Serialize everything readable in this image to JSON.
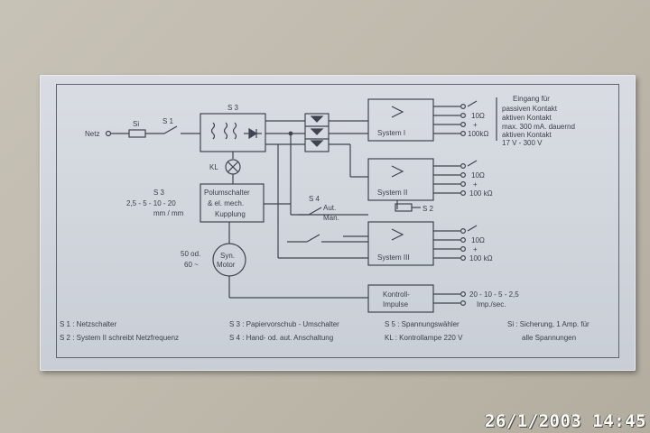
{
  "diagram": {
    "netz": "Netz",
    "si": "Si",
    "s1": "S 1",
    "s2": "S 2",
    "s3_top": "S 3",
    "s3_left": "S 3",
    "s3_values": "2,5 - 5 - 10 - 20",
    "s3_unit": "mm / mm",
    "s4": "S 4",
    "s4_aut": "Aut.",
    "s4_man": "Man.",
    "kl": "KL",
    "polumschalter": [
      "Polumschalter",
      "& el. mech.",
      "Kupplung"
    ],
    "motor_freq": [
      "50 od.",
      "60 ~"
    ],
    "motor": [
      "Syn.",
      "Motor"
    ],
    "system1": "System I",
    "system2": "System II",
    "system3": "System III",
    "kontroll": [
      "Kontroll-",
      "Impulse"
    ],
    "eingang": [
      "Eingang für",
      "passiven Kontakt",
      "aktiven Kontakt",
      "max. 300 mA. dauernd",
      "aktiven Kontakt",
      "17 V - 300 V"
    ],
    "term_labels": [
      "10Ω",
      "+",
      "100kΩ"
    ],
    "term_labels_b": [
      "10Ω",
      "+",
      "100 kΩ"
    ],
    "kontroll_values": [
      "20 - 10 - 5 - 2,5",
      "Imp./sec."
    ]
  },
  "legend": {
    "col1": [
      "S 1  :  Netzschalter",
      "S 2  :  System II schreibt Netzfrequenz"
    ],
    "col2": [
      "S 3  :  Papiervorschub - Umschalter",
      "S 4  :  Hand-  od.  aut. Anschaltung"
    ],
    "col3": [
      "S 5  :  Spannungswähler",
      "KL  :  Kontrollampe 220 V"
    ],
    "col4": [
      "Si  :  Sicherung,  1 Amp. für",
      "alle Spannungen"
    ]
  },
  "timestamp": "26/1/2003 14:45"
}
